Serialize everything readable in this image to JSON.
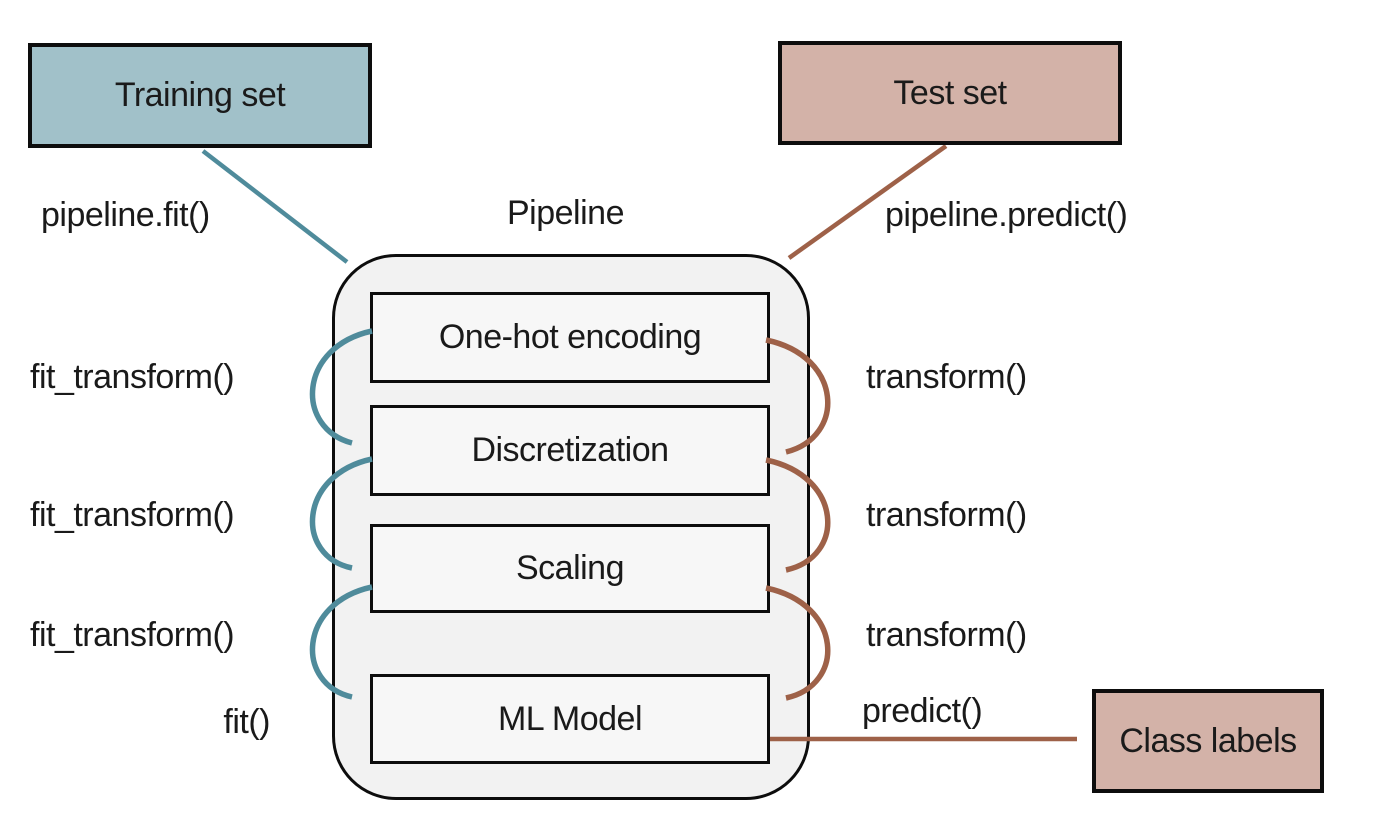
{
  "colors": {
    "teal_arrow": "#4f8b9b",
    "brown_arrow": "#9e6148",
    "train_fill": "#a1c1c9",
    "test_fill": "#d3b2a8",
    "container_fill": "#f2f2f2",
    "stage_fill": "#f7f7f7",
    "border": "#0d0d0d",
    "text": "#1a1a1a"
  },
  "nodes": {
    "training_set": "Training set",
    "test_set": "Test set",
    "class_labels": "Class labels"
  },
  "pipeline": {
    "title": "Pipeline",
    "stages": [
      {
        "label": "One-hot encoding"
      },
      {
        "label": "Discretization"
      },
      {
        "label": "Scaling"
      },
      {
        "label": "ML Model"
      }
    ]
  },
  "edge_labels": {
    "pipeline_fit": "pipeline.fit()",
    "pipeline_predict": "pipeline.predict()",
    "fit_transform_1": "fit_transform()",
    "fit_transform_2": "fit_transform()",
    "fit_transform_3": "fit_transform()",
    "fit": "fit()",
    "transform_1": "transform()",
    "transform_2": "transform()",
    "transform_3": "transform()",
    "predict": "predict()"
  }
}
